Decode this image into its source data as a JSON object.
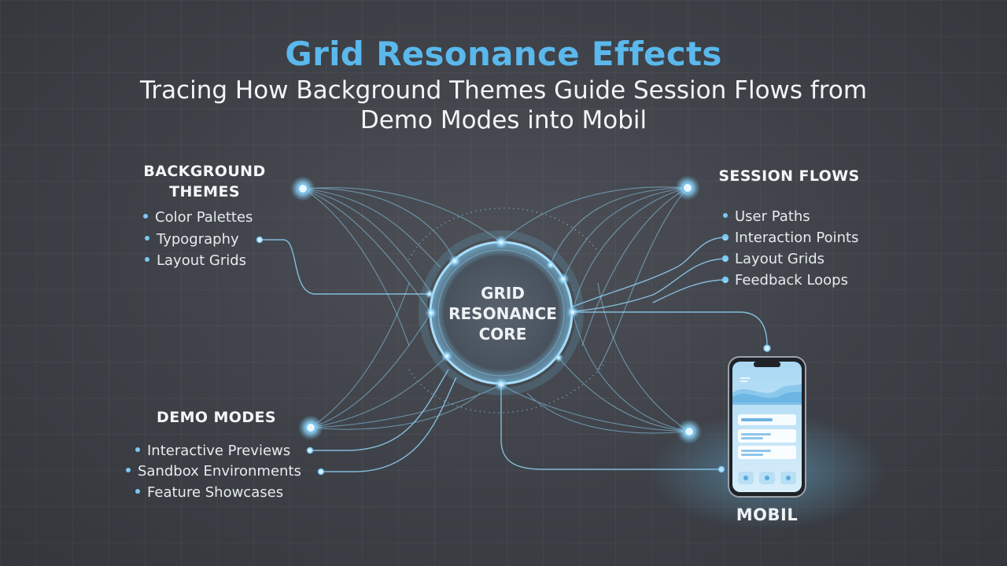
{
  "header": {
    "title": "Grid Resonance Effects",
    "subtitle": "Tracing How Background Themes Guide Session Flows from Demo Modes into Mobil"
  },
  "core": {
    "label_lines": [
      "GRID",
      "RESONANCE",
      "CORE"
    ]
  },
  "background_themes": {
    "heading_lines": [
      "BACKGROUND",
      "THEMES"
    ],
    "items": [
      "Color Palettes",
      "Typography",
      "Layout Grids"
    ]
  },
  "session_flows": {
    "heading": "SESSION FLOWS",
    "items": [
      "User Paths",
      "Interaction Points",
      "Layout Grids",
      "Feedback Loops"
    ]
  },
  "demo_modes": {
    "heading": "DEMO MODES",
    "items": [
      "Interactive Previews",
      "Sandbox Environments",
      "Feature Showcases"
    ]
  },
  "mobile": {
    "label": "MOBIL"
  },
  "colors": {
    "accent": "#5ab8ec",
    "glow": "#8fd4ff",
    "background": "#3d4046"
  }
}
